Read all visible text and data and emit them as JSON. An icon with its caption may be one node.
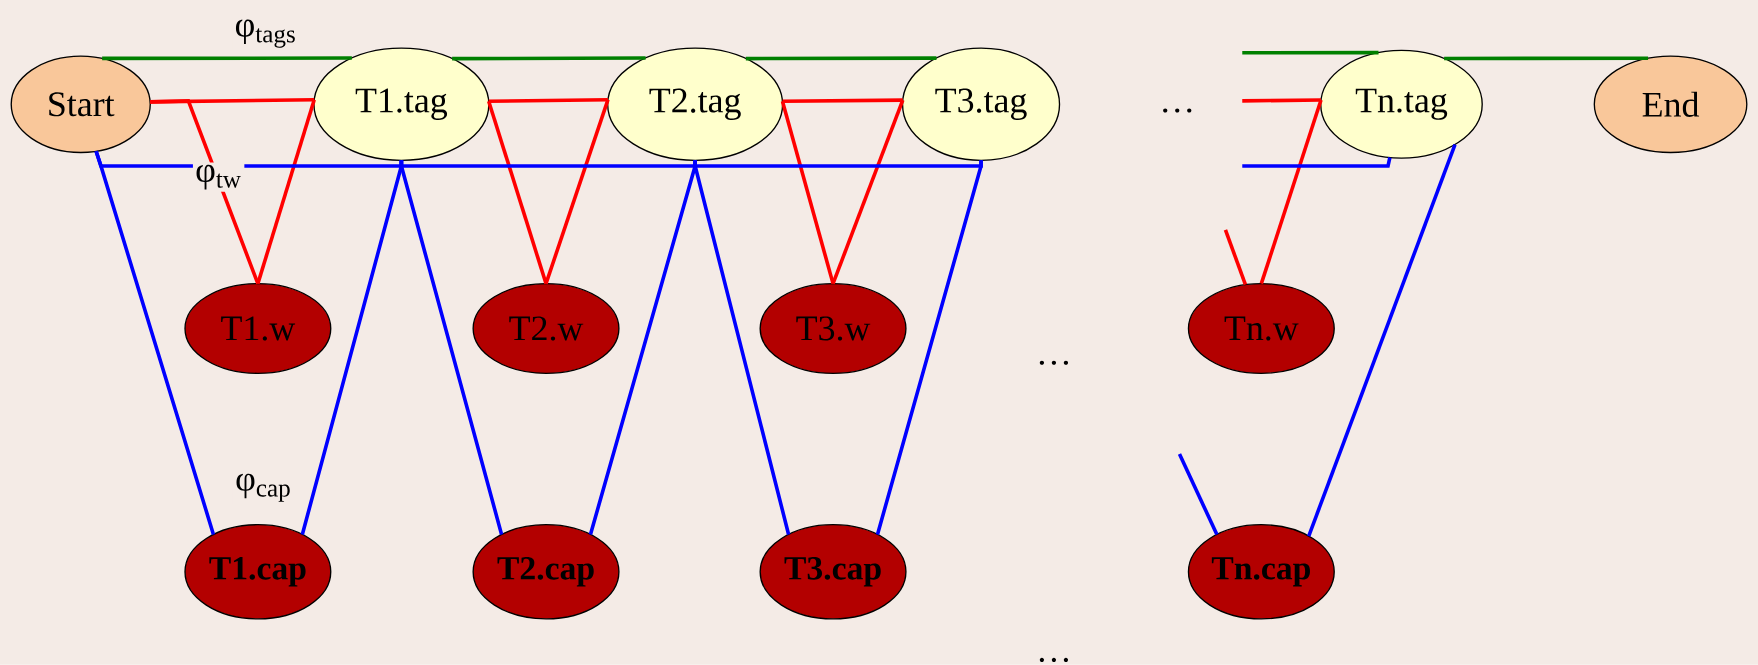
{
  "diagram": {
    "nodes": [
      {
        "text": [
          "Start"
        ]
      },
      {
        "text": [
          "T1.tag"
        ]
      },
      {
        "text": [
          "T2.tag"
        ]
      },
      {
        "text": [
          "T3.tag"
        ]
      },
      {
        "text": [
          "Tn.tag"
        ]
      },
      {
        "text": [
          "End"
        ]
      },
      {
        "text": [
          "T1.w"
        ]
      },
      {
        "text": [
          "T2.w"
        ]
      },
      {
        "text": [
          "T3.w"
        ]
      },
      {
        "text": [
          "Tn.w"
        ]
      },
      {
        "text": [
          "T1.cap"
        ]
      },
      {
        "text": [
          "T2.cap"
        ]
      },
      {
        "text": [
          "T3.cap"
        ]
      },
      {
        "text": [
          "Tn.cap"
        ]
      }
    ],
    "edges": [
      {
        "from": 0,
        "to": 1,
        "arrow": "none",
        "color": "#008000"
      },
      {
        "from": 1,
        "to": 2,
        "arrow": "none",
        "color": "#008000"
      },
      {
        "from": 2,
        "to": 3,
        "arrow": "none",
        "color": "#008000"
      },
      {
        "from": null,
        "to": 4,
        "arrow": "none",
        "color": "#008000"
      },
      {
        "from": 4,
        "to": 5,
        "arrow": "none",
        "color": "#008000"
      },
      {
        "from": 0,
        "to": 1,
        "arrow": "none",
        "color": "#ff0000"
      },
      {
        "from": 0,
        "to": 6,
        "arrow": "none",
        "color": "#ff0000"
      },
      {
        "from": 1,
        "to": 6,
        "arrow": "none",
        "color": "#ff0000"
      },
      {
        "from": 1,
        "to": 2,
        "arrow": "none",
        "color": "#ff0000"
      },
      {
        "from": 1,
        "to": 7,
        "arrow": "none",
        "color": "#ff0000"
      },
      {
        "from": 2,
        "to": 7,
        "arrow": "none",
        "color": "#ff0000"
      },
      {
        "from": 2,
        "to": 3,
        "arrow": "none",
        "color": "#ff0000"
      },
      {
        "from": 2,
        "to": 8,
        "arrow": "none",
        "color": "#ff0000"
      },
      {
        "from": 3,
        "to": 8,
        "arrow": "none",
        "color": "#ff0000"
      },
      {
        "from": null,
        "to": 4,
        "arrow": "none",
        "color": "#ff0000"
      },
      {
        "from": 4,
        "to": 9,
        "arrow": "none",
        "color": "#ff0000"
      },
      {
        "from": null,
        "to": 9,
        "arrow": "none",
        "color": "#ff0000"
      },
      {
        "from": 0,
        "to": 1,
        "arrow": "none",
        "color": "#0000ff"
      },
      {
        "from": 0,
        "to": 10,
        "arrow": "none",
        "color": "#0000ff"
      },
      {
        "from": 1,
        "to": 10,
        "arrow": "none",
        "color": "#0000ff"
      },
      {
        "from": 1,
        "to": 2,
        "arrow": "none",
        "color": "#0000ff"
      },
      {
        "from": 1,
        "to": 11,
        "arrow": "none",
        "color": "#0000ff"
      },
      {
        "from": 2,
        "to": 11,
        "arrow": "none",
        "color": "#0000ff"
      },
      {
        "from": 2,
        "to": 3,
        "arrow": "none",
        "color": "#0000ff"
      },
      {
        "from": 2,
        "to": 12,
        "arrow": "none",
        "color": "#0000ff"
      },
      {
        "from": 3,
        "to": 12,
        "arrow": "none",
        "color": "#0000ff"
      },
      {
        "from": null,
        "to": 4,
        "arrow": "none",
        "color": "#0000ff"
      },
      {
        "from": 4,
        "to": 13,
        "arrow": "none",
        "color": "#0000ff"
      },
      {
        "from": null,
        "to": 13,
        "arrow": "none",
        "color": "#0000ff"
      }
    ],
    "labels": [
      "φ$_{tags}$",
      "φ$_{tw}$",
      "φ$_{cap}$",
      "…",
      "…",
      "…"
    ]
  }
}
